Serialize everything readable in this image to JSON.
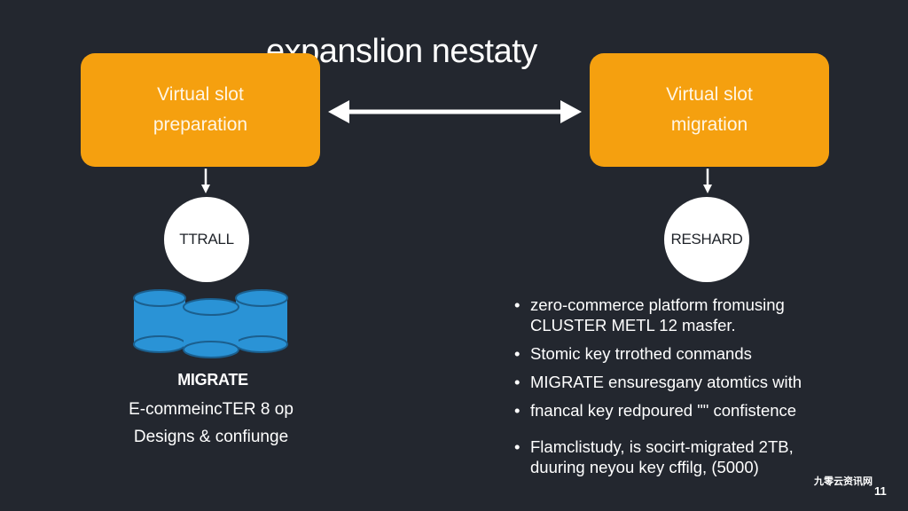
{
  "title": "expanslion nestaty",
  "colors": {
    "background": "#23272f",
    "box_fill": "#f5a00f",
    "node_fill": "#ffffff",
    "db_fill": "#2a93d6",
    "db_stroke": "#1b5f8e",
    "arrow": "#ffffff"
  },
  "boxes": {
    "left": {
      "line1": "Virtual slot",
      "line2": "preparation"
    },
    "right": {
      "line1": "Virtual slot",
      "line2": "migration"
    }
  },
  "nodes": {
    "left": "TTRALL",
    "right": "RESHARD"
  },
  "db_icon": "database-stack-icon",
  "migrate_label": "MIGRATE",
  "description": {
    "line1": "E-commeincTER 8 op",
    "line2": "Designs & confiunge"
  },
  "bullets": [
    {
      "line1": "zero-commerce platform fromusing",
      "line2": "CLUSTER METL 12 masfer."
    },
    {
      "line1": "Stomic key trrothed conmands",
      "line2": ""
    },
    {
      "line1": "MIGRATE ensuresgany atomtics with",
      "line2": ""
    },
    {
      "line1": "fnancal key redpoured \"\" confistence",
      "line2": ""
    },
    {
      "line1": "Flamclistudy, is socirt-migrated 2TB,",
      "line2": "duuring neyou key cffilg, (5000)"
    }
  ],
  "watermark": "九零云资讯网",
  "page_number": "11"
}
